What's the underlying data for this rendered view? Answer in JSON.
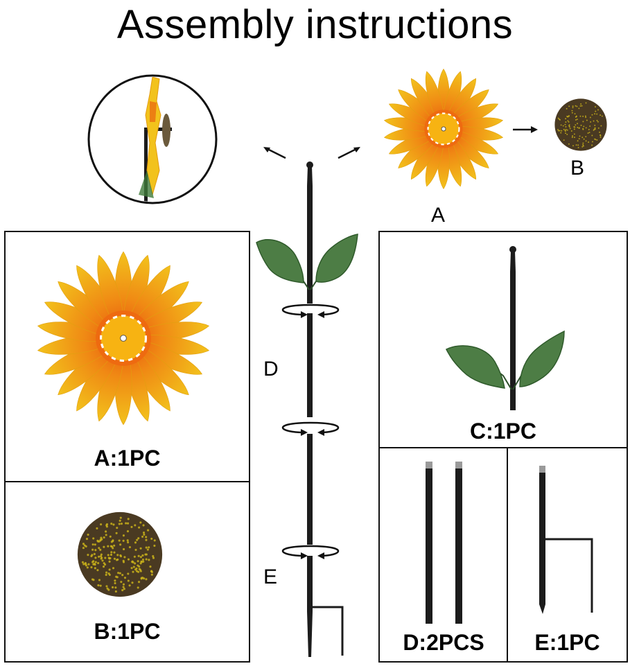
{
  "title": "Assembly instructions",
  "labels": {
    "a": "A",
    "b": "B",
    "d": "D",
    "e": "E"
  },
  "captions": {
    "a": "A:1PC",
    "b": "B:1PC",
    "c": "C:1PC",
    "d": "D:2PCS",
    "e": "E:1PC"
  },
  "colors": {
    "petal_outer": "#f2c21c",
    "petal_inner": "#e8520e",
    "center": "#f7b312",
    "leaf": "#3f7a3a",
    "stake": "#1c1c1c",
    "seed_dark": "#4a3a22",
    "seed_dot": "#c9b21a"
  },
  "icons": [
    "sunflower-head-icon",
    "seed-center-icon",
    "leaf-stem-icon",
    "pole-icon",
    "ground-stake-icon",
    "rotate-arrow-icon",
    "pointer-arrow-icon",
    "side-view-detail-icon"
  ]
}
